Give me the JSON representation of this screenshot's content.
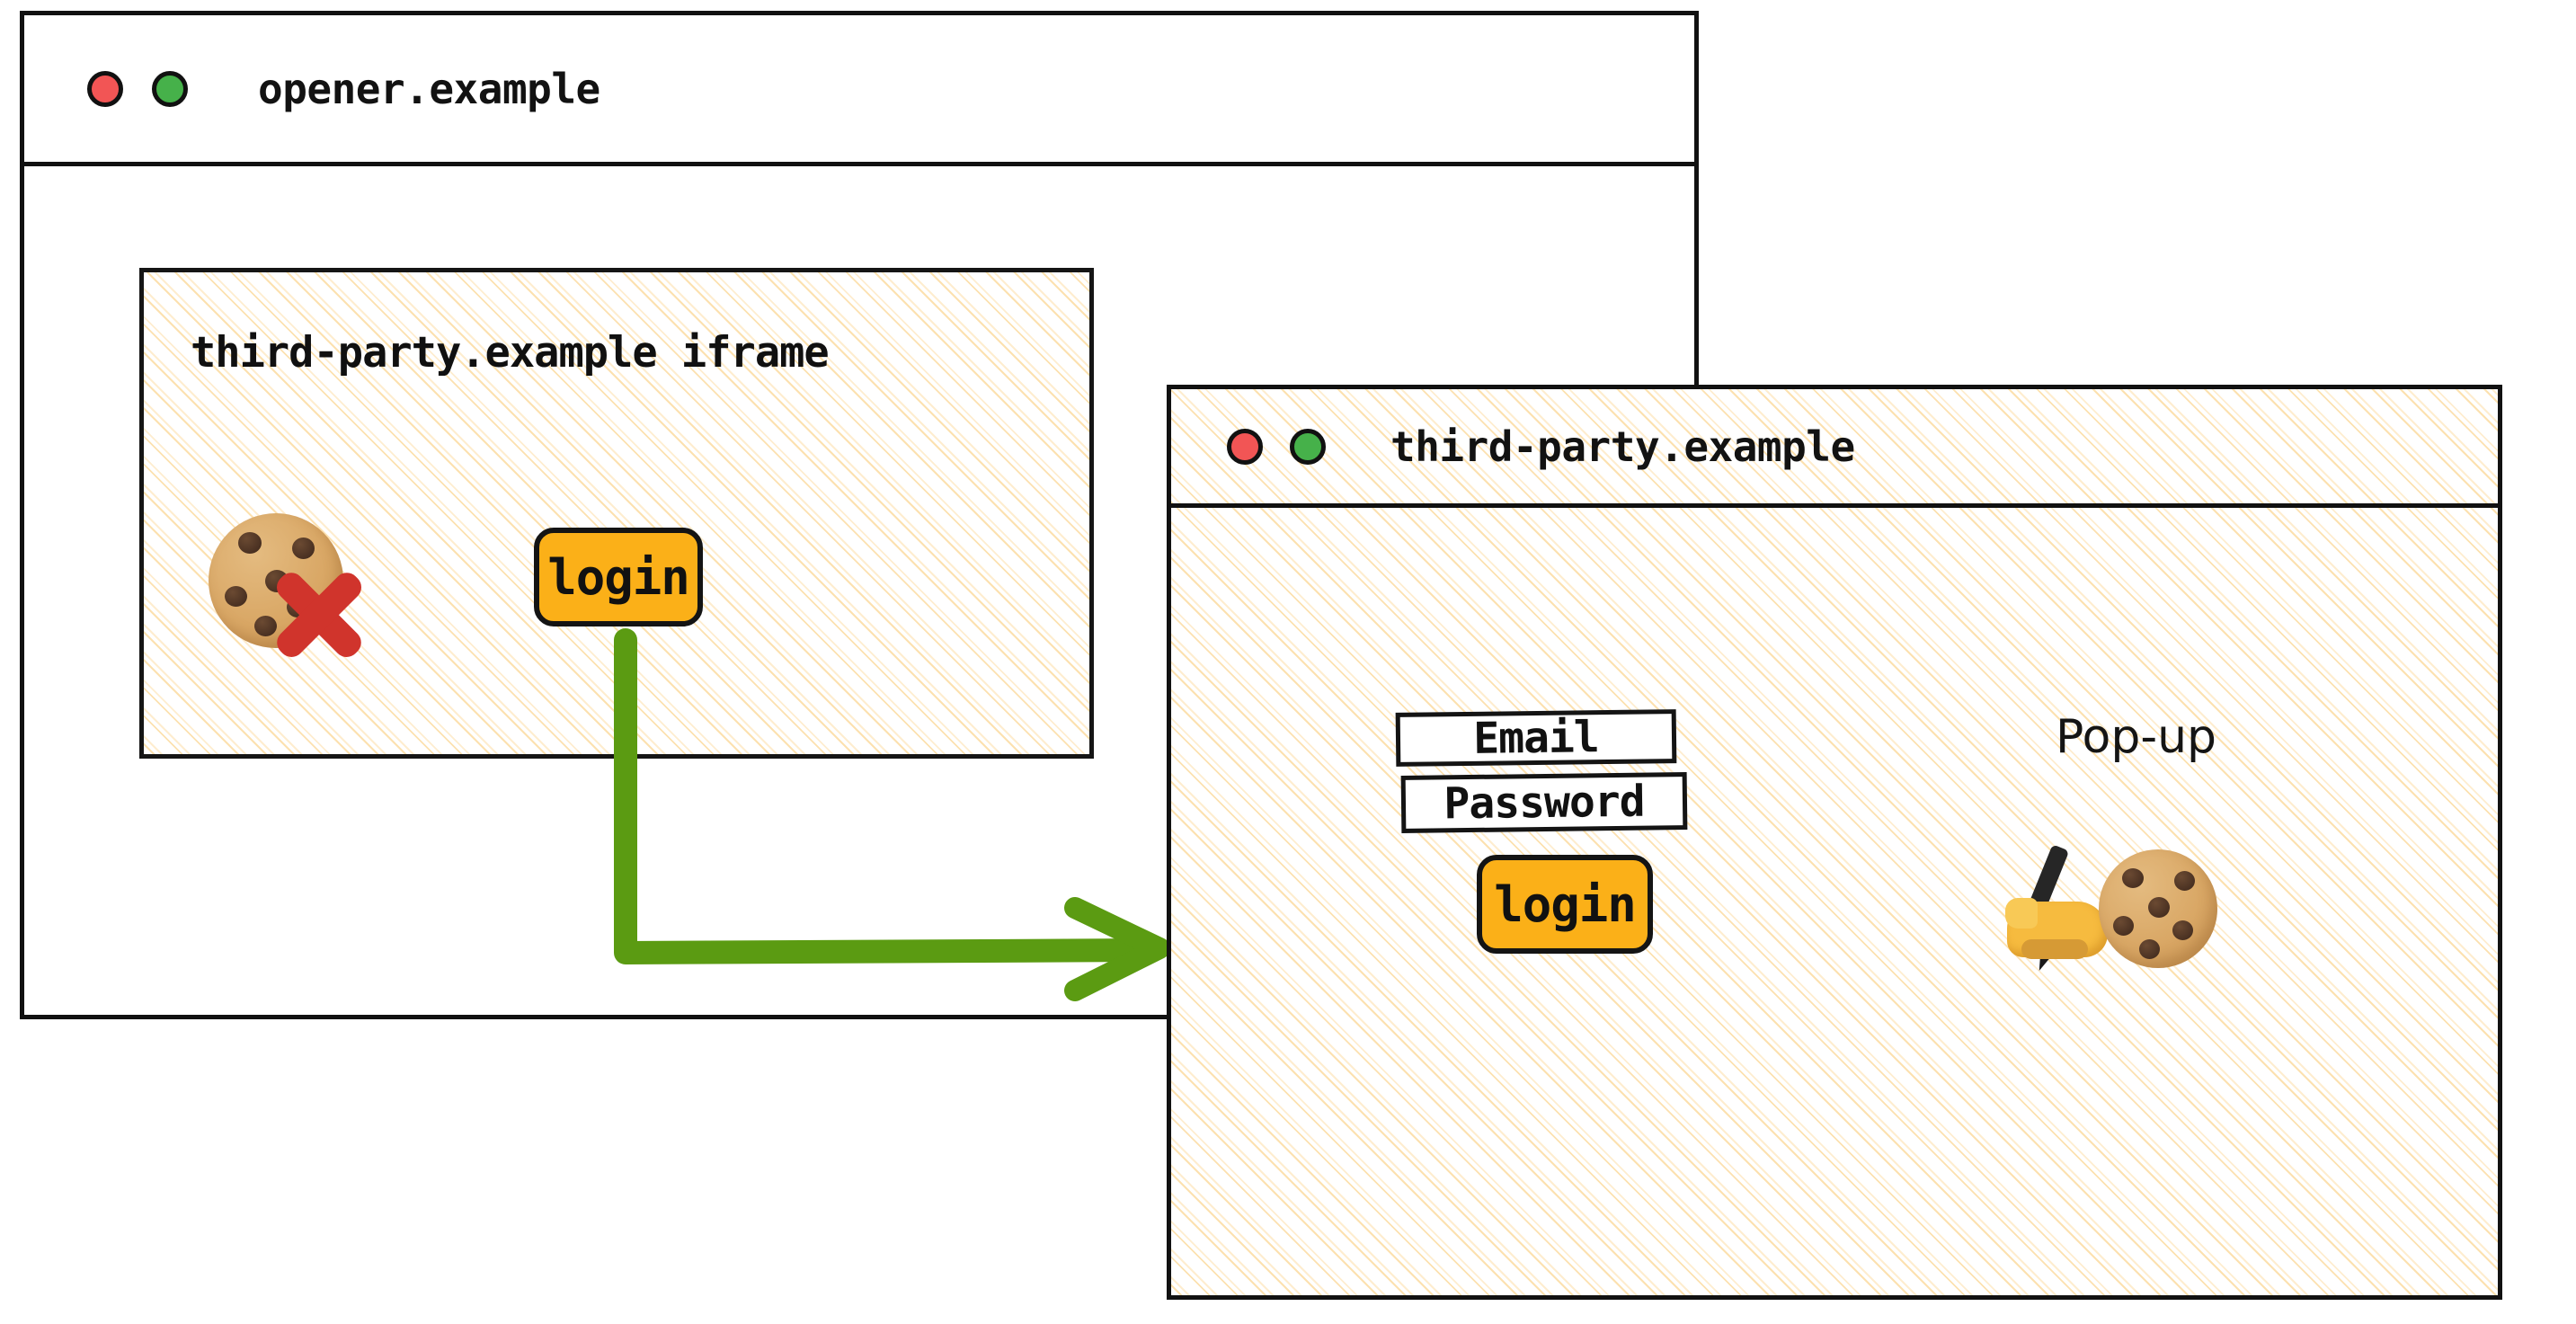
{
  "diagram": {
    "accent_green": "#5b9b12",
    "accent_amber": "#fbb018",
    "accent_red_x": "#d0342c",
    "hatch_color": "#fac878",
    "dot_red": "#f25555",
    "dot_green": "#46b14a"
  },
  "opener_window": {
    "title": "opener.example",
    "controls": {
      "close_label": "close",
      "maximize_label": "maximize"
    },
    "iframe": {
      "title": "third-party.example iframe",
      "cookie_icon": "cookie-icon",
      "blocked_icon": "red-x-icon",
      "login_button": "login"
    }
  },
  "popup_window": {
    "title": "third-party.example",
    "controls": {
      "close_label": "close",
      "maximize_label": "maximize"
    },
    "label": "Pop-up",
    "fields": [
      {
        "name": "email",
        "value": "Email"
      },
      {
        "name": "password",
        "value": "Password"
      }
    ],
    "login_button": "login",
    "writing_hand_icon": "writing-hand-icon",
    "cookie_icon": "cookie-icon"
  },
  "flow": {
    "arrow_label": "login-opens-popup-arrow"
  }
}
